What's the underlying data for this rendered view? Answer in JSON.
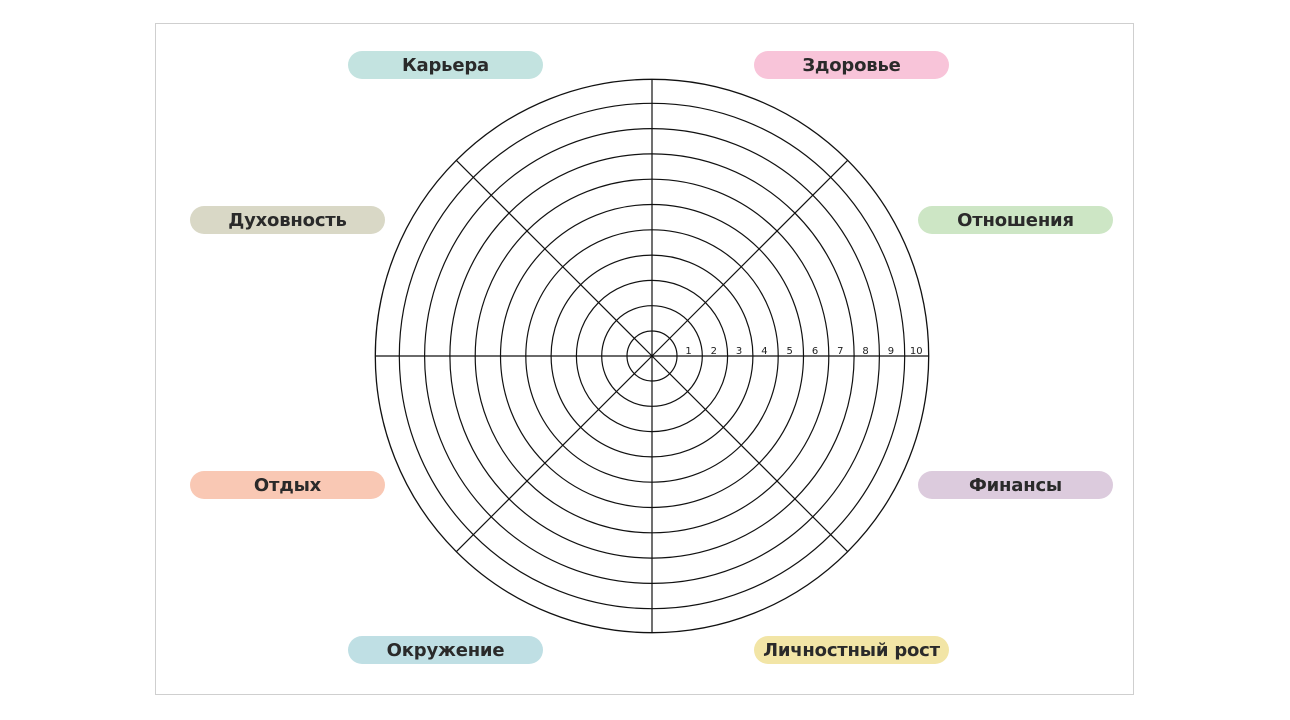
{
  "categories": [
    {
      "label": "Карьера",
      "color": "#c3e3e0"
    },
    {
      "label": "Здоровье",
      "color": "#f8c4d9"
    },
    {
      "label": "Духовность",
      "color": "#d9d8c6"
    },
    {
      "label": "Отношения",
      "color": "#cde6c5"
    },
    {
      "label": "Отдых",
      "color": "#f9c8b4"
    },
    {
      "label": "Финансы",
      "color": "#dccbdd"
    },
    {
      "label": "Окружение",
      "color": "#bfdfe4"
    },
    {
      "label": "Личностный рост",
      "color": "#f2e5a6"
    }
  ],
  "scale": {
    "levels": [
      "1",
      "2",
      "3",
      "4",
      "5",
      "6",
      "7",
      "8",
      "9",
      "10"
    ]
  },
  "style": {
    "line_color": "#111111"
  }
}
